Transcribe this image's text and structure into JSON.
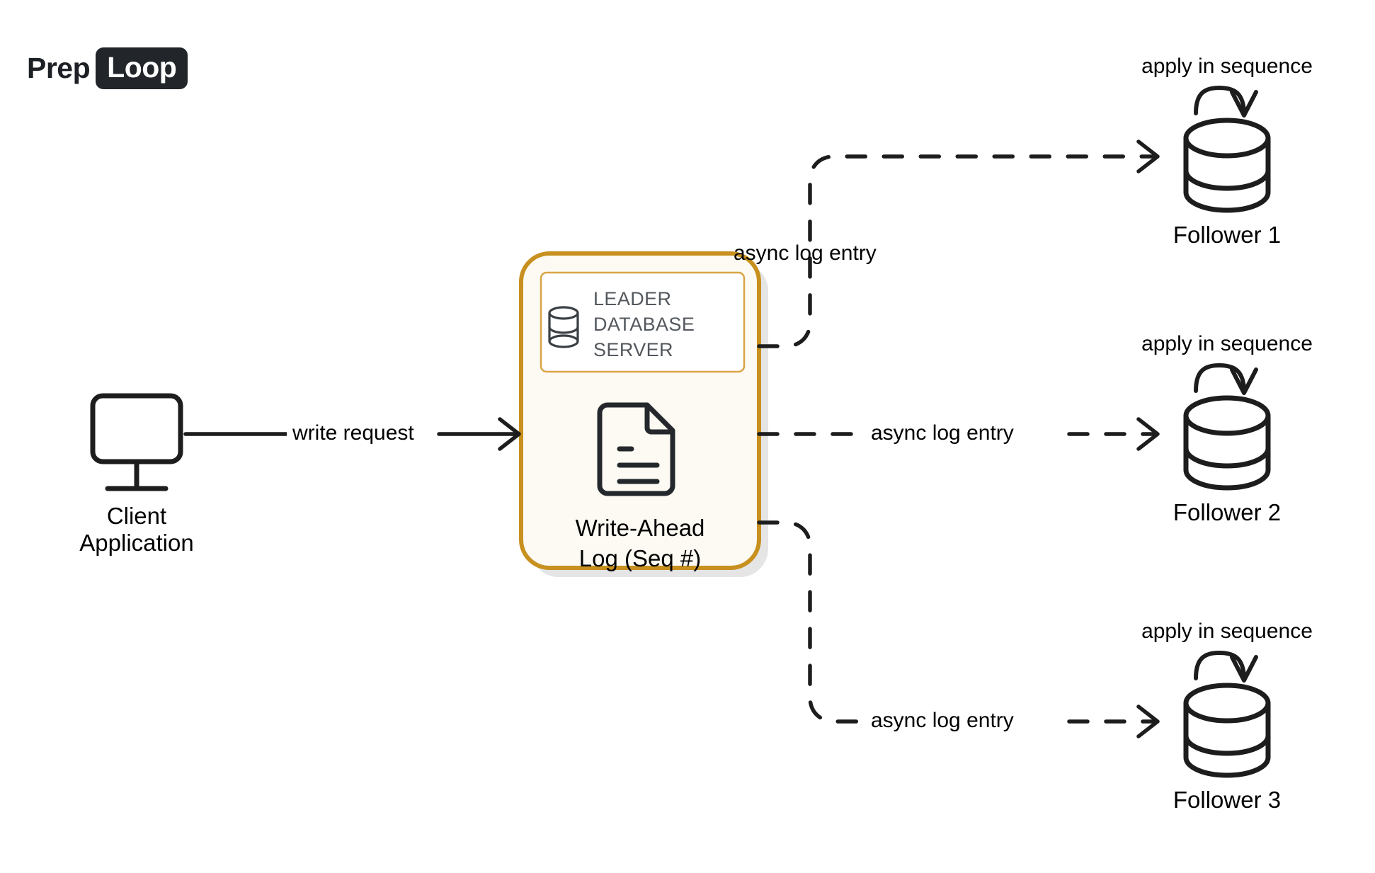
{
  "brand": {
    "prep": "Prep",
    "loop": "Loop",
    "badge_color": "#22262b"
  },
  "colors": {
    "leader_border": "#c8901f",
    "leader_fill": "#fcfaf2",
    "leader_inner_border": "#d9a445",
    "leader_inner_fill": "#ffffff",
    "shadow": "#e3e3e3",
    "stroke": "#1d1d1d",
    "inner_text": "#53585e"
  },
  "client": {
    "label": "Client\nApplication",
    "icon": "monitor-icon"
  },
  "leader": {
    "header_label": "LEADER\nDATABASE\nSERVER",
    "header_icon": "database-cylinder-icon",
    "wal_label": "Write-Ahead\nLog (Seq #)",
    "wal_icon": "document-icon"
  },
  "edges": {
    "write_request": "write request",
    "async_1": "async log entry",
    "async_2": "async log entry",
    "async_3": "async log entry"
  },
  "followers": [
    {
      "name": "Follower 1",
      "loop_label": "apply in sequence",
      "icon": "database-cylinder-icon",
      "loop_icon": "loop-arrow-icon"
    },
    {
      "name": "Follower 2",
      "loop_label": "apply in sequence",
      "icon": "database-cylinder-icon",
      "loop_icon": "loop-arrow-icon"
    },
    {
      "name": "Follower 3",
      "loop_label": "apply in sequence",
      "icon": "database-cylinder-icon",
      "loop_icon": "loop-arrow-icon"
    }
  ]
}
